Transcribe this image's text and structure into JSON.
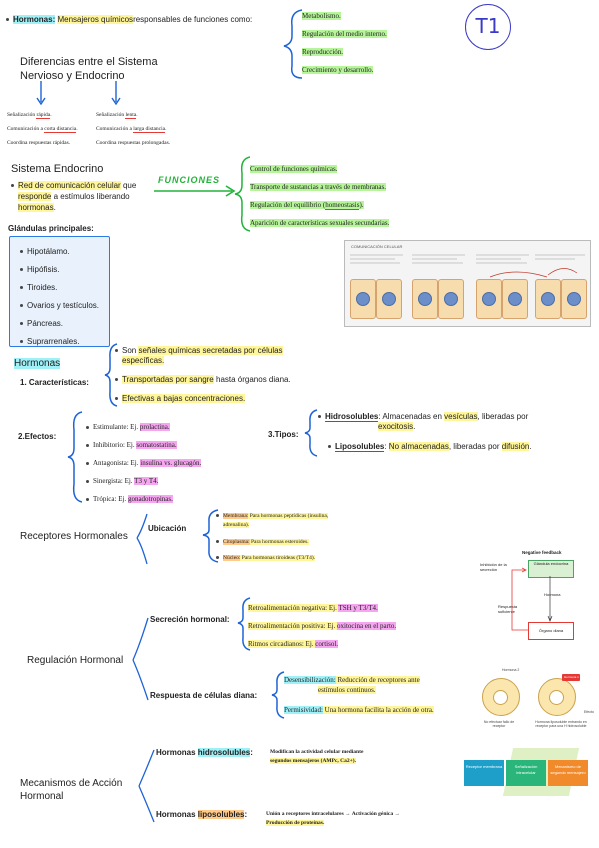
{
  "top": {
    "label": "Hormonas:",
    "desc_hl": "Mensajeros químicos",
    "desc_rest": "responsables de funciones como:",
    "functions": [
      "Metabolismo.",
      "Regulación del medio interno.",
      "Reproducción.",
      "Crecimiento y desarrollo."
    ],
    "badge": "T1"
  },
  "diff": {
    "title_line1": "Diferencias entre el Sistema",
    "title_line2": "Nervioso y Endocrino",
    "left": {
      "l1_pre": "Señalización ",
      "l1_ul": "rápida",
      "l1_post": ".",
      "l2_pre": "Comunicación a ",
      "l2_ul": "corta distancia",
      "l2_post": ".",
      "l3": "Coordina respuestas rápidas."
    },
    "right": {
      "l1_pre": "Señalización ",
      "l1_ul": "lenta",
      "l1_post": ".",
      "l2_pre": "Comunicación a ",
      "l2_ul": "larga distancia",
      "l2_post": ".",
      "l3": "Coordina respuestas prolongadas."
    }
  },
  "endocrino": {
    "title": "Sistema Endocrino",
    "desc_l1_hl": "Red de comunicación celular",
    "desc_l1_rest": " que",
    "desc_l2_hl": "responde",
    "desc_l2_rest": " a estímulos liberando",
    "desc_l3_hl": "hormonas",
    "desc_l3_rest": ".",
    "arrow_label": "FUNCIONES",
    "funciones": [
      {
        "text": "Control de funciones químicas.",
        "hl": "g"
      },
      {
        "text": "Transporte de sustancias a través de membranas.",
        "hl": "g"
      },
      {
        "pre": "Regulación del equilibrio (",
        "ul": "homeostasis",
        "post": ").",
        "hl": "g"
      },
      {
        "text": "Aparición de características sexuales secundarias.",
        "hl": "g"
      }
    ],
    "glandulas_title": "Glándulas principales:",
    "glandulas": [
      "Hipotálamo.",
      "Hipófisis.",
      "Tiroides.",
      "Ovarios y testículos.",
      "Páncreas.",
      "Suprarrenales."
    ]
  },
  "hormonas": {
    "title": "Hormonas",
    "car_label": "1. Características:",
    "car": [
      {
        "pre": "Son ",
        "hl": "señales químicas secretadas por células",
        "hl2": "específicas."
      },
      {
        "hl": "Transportadas por sangre",
        "post": " hasta órganos diana."
      },
      {
        "hl": "Efectivas a bajas concentraciones."
      }
    ],
    "efectos_label": "2.Efectos:",
    "efectos": [
      {
        "pre": "Estimulante: Ej. ",
        "ex": "prolactina."
      },
      {
        "pre": "Inhibitorio: Ej. ",
        "ex": "somatostatina."
      },
      {
        "pre": "Antagonista: Ej. ",
        "ex": "insulina vs. glucagón."
      },
      {
        "pre": "Sinergista: Ej. ",
        "ex": "T3 y T4."
      },
      {
        "pre": "Trópica: Ej. ",
        "ex": "gonadotropinas."
      }
    ],
    "tipos_label": "3.Tipos:",
    "hidro_label": "Hidrosolubles",
    "hidro_a": ": Almacenadas en ",
    "hidro_b": "vesículas",
    "hidro_c": ", liberadas por",
    "hidro_d": "exocitosis",
    "hidro_e": ".",
    "lipo_label": "Liposolubles",
    "lipo_a": ": ",
    "lipo_b": "No almacenadas",
    "lipo_c": ", liberadas por ",
    "lipo_d": "difusión",
    "lipo_e": "."
  },
  "receptores": {
    "title": "Receptores Hormonales",
    "ubicacion": "Ubicación",
    "items": [
      {
        "label": "Membrana:",
        "text": " Para hormonas peptídicas (insulina,",
        "text2": "adrenalina)."
      },
      {
        "label": "Citoplasma:",
        "text": " Para hormonas esteroides."
      },
      {
        "label": "Núcleo:",
        "text": " Para hormonas tiroideas (T3/T4)."
      }
    ],
    "fig": {
      "title": "Negative feedback",
      "b1": "Inhibición de la secreción",
      "b2": "Glándula endocrina",
      "b3": "Hormona",
      "b4": "Respuesta suficiente",
      "b5": "Órgano diana"
    }
  },
  "regulacion": {
    "title": "Regulación Hormonal",
    "secrecion": "Secreción hormonal:",
    "sec_items": [
      {
        "pre": "Retroalimentación negativa: Ej. ",
        "ex": "TSH y T3/T4."
      },
      {
        "pre": "Retroalimentación positiva: Ej. ",
        "ex": "oxitocina en el parto."
      },
      {
        "pre": "Ritmos circadianos: Ej. ",
        "ex": "cortisol."
      }
    ],
    "respuesta": "Respuesta de células diana:",
    "desen_label": "Desensibilización:",
    "desen_text": " Reducción de receptores ante",
    "desen_text2": "estímulos continuos.",
    "perm_label": "Permisividad:",
    "perm_text": " Una hormona facilita la acción de otra.",
    "fig_labels": [
      "Hormona 1",
      "Hormona 2",
      "No efectuar fallo de receptor",
      "Hormona liposoluble entrando en receptor para una H hidrosoluble",
      "Efecto"
    ]
  },
  "mecanismos": {
    "title_l1": "Mecanismos de Acción",
    "title_l2": "Hormonal",
    "hidro_pre": "Hormonas ",
    "hidro_hl": "hidrosolubles",
    "hidro_post": ":",
    "hidro_desc1": "Modifican la actividad celular mediante",
    "hidro_desc2": "segundos mensajeros (AMPc, Ca2+).",
    "lipo_pre": "Hormonas ",
    "lipo_hl": "liposolubles",
    "lipo_post": ":",
    "lipo_desc1": "Unión a receptores intracelulares → Activación génica →",
    "lipo_desc2": "Producción de proteínas.",
    "fig_labels": [
      "Receptor membrana",
      "Señalización intracelular",
      "Mecanismo de segundo mensajero"
    ]
  },
  "comm_fig": {
    "title": "COMUNICACIÓN CELULAR"
  },
  "colors": {
    "yellow": "#fff59a",
    "green": "#b6f59a",
    "cyan": "#9ff0f7",
    "pink": "#f6a6f0",
    "orange": "#ffc98a",
    "blue": "#1e63d6",
    "red": "#e53935",
    "green_brace": "#22b33a"
  }
}
